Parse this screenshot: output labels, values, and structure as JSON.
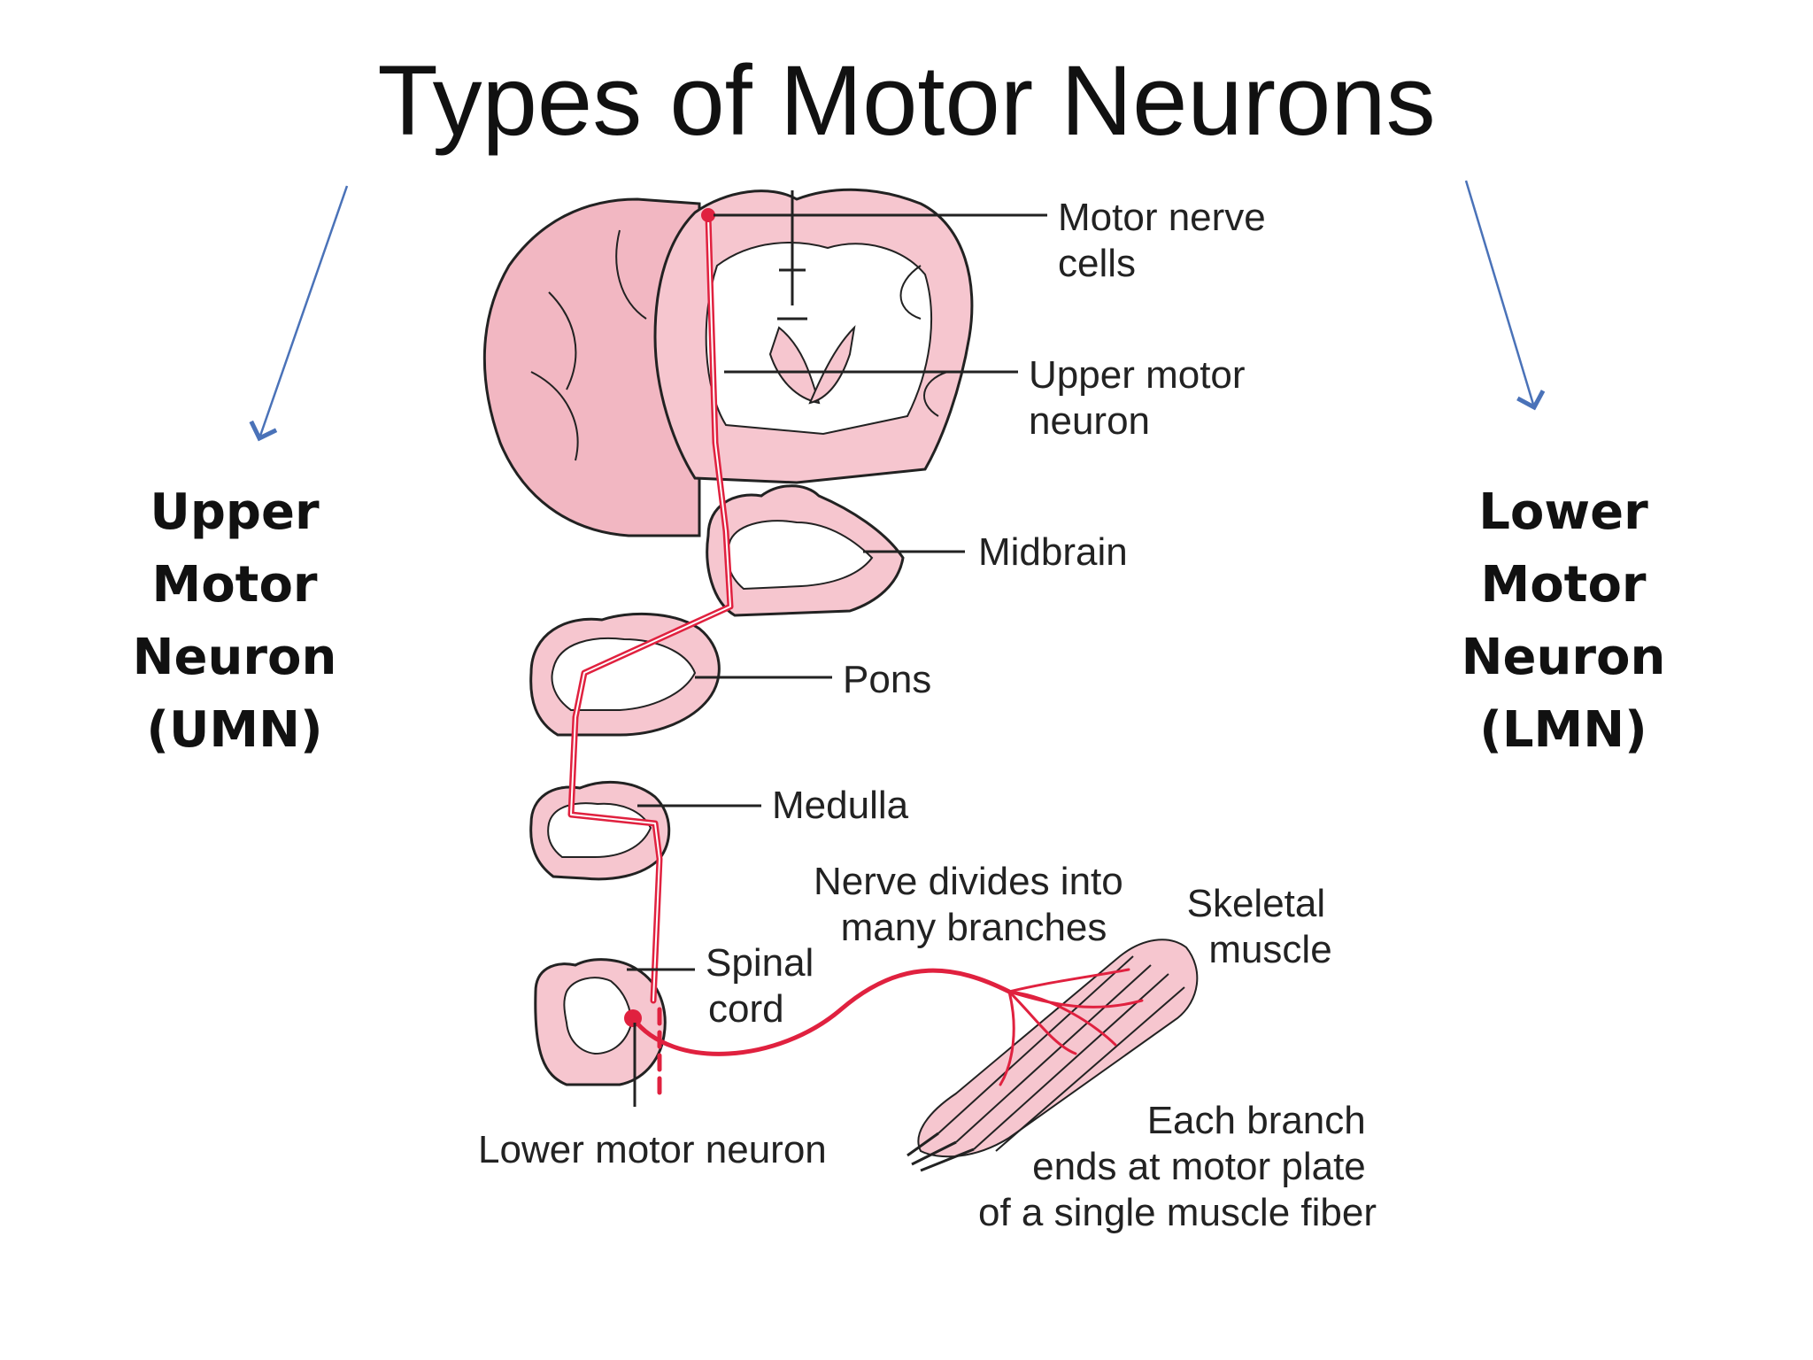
{
  "title": "Types of Motor Neurons",
  "left_label": {
    "lines": [
      "Upper",
      "Motor",
      "Neuron",
      "(UMN)"
    ]
  },
  "right_label": {
    "lines": [
      "Lower",
      "Motor",
      "Neuron",
      "(LMN)"
    ]
  },
  "diagram": {
    "labels": {
      "motor_nerve_cells": [
        "Motor nerve",
        "cells"
      ],
      "upper_motor_neuron": [
        "Upper motor",
        "neuron"
      ],
      "midbrain": "Midbrain",
      "pons": "Pons",
      "medulla": "Medulla",
      "nerve_divides": [
        "Nerve divides into",
        "many branches"
      ],
      "skeletal_muscle": [
        "Skeletal",
        "muscle"
      ],
      "spinal_cord": [
        "Spinal",
        "cord"
      ],
      "lower_motor_neuron": "Lower motor neuron",
      "each_branch": [
        "Each branch",
        "ends at motor plate",
        "of a single muscle fiber"
      ]
    }
  },
  "colors": {
    "tissue_pink": "#f6c6cf",
    "tissue_core": "#ffffff",
    "nerve_red": "#e0213f",
    "arrow_blue": "#4a72b8"
  }
}
